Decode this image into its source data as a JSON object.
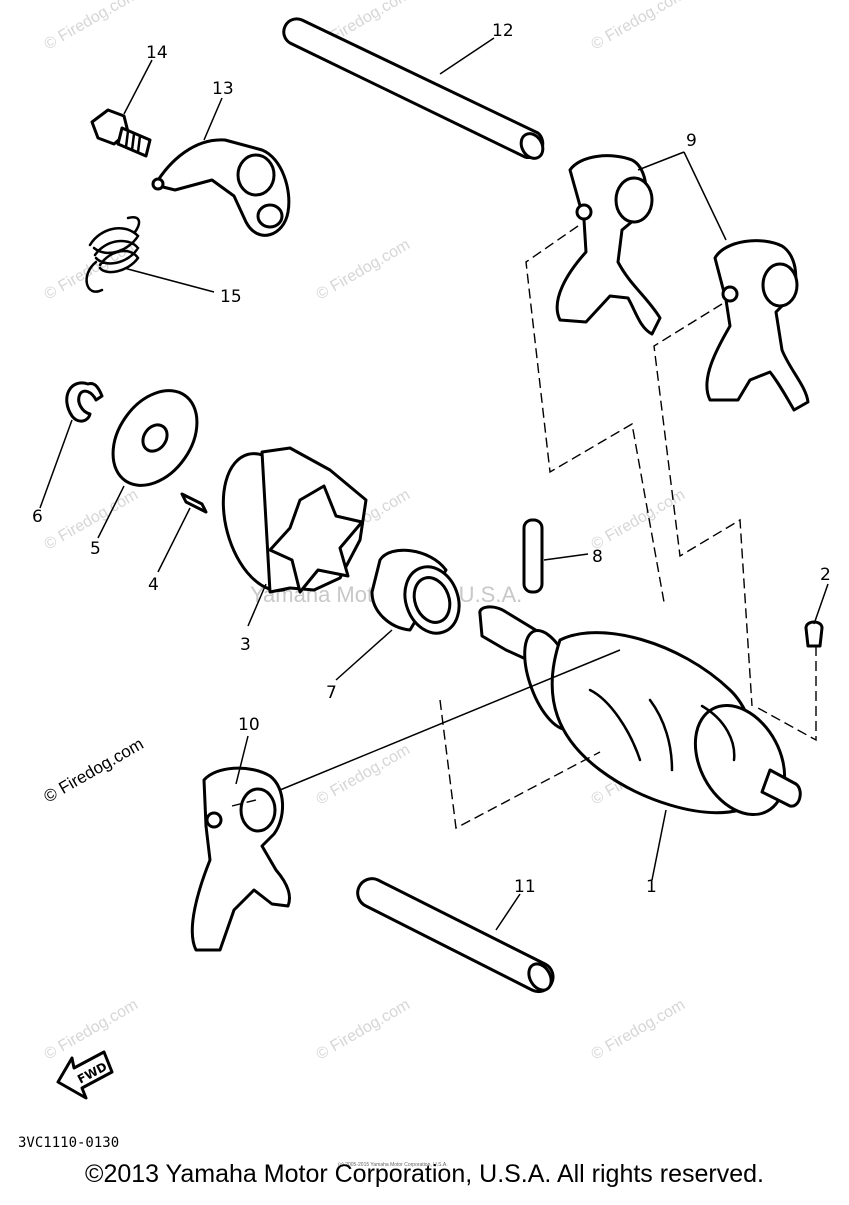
{
  "watermark": "© Firedog.com",
  "overlay_text": "Yamaha Motor Corp. U.S.A.",
  "callouts": {
    "p1": "1",
    "p2": "2",
    "p3": "3",
    "p4": "4",
    "p5": "5",
    "p6": "6",
    "p7": "7",
    "p8": "8",
    "p9": "9",
    "p10": "10",
    "p11": "11",
    "p12": "12",
    "p13": "13",
    "p14": "14",
    "p15": "15"
  },
  "fwd_label": "FWD",
  "drawing_code": "3VC1110-0130",
  "fine_print": "(c) 2005-2015 Yamaha Motor Corporation, U.S.A.",
  "copyright": "©2013 Yamaha Motor Corporation, U.S.A. All rights reserved."
}
